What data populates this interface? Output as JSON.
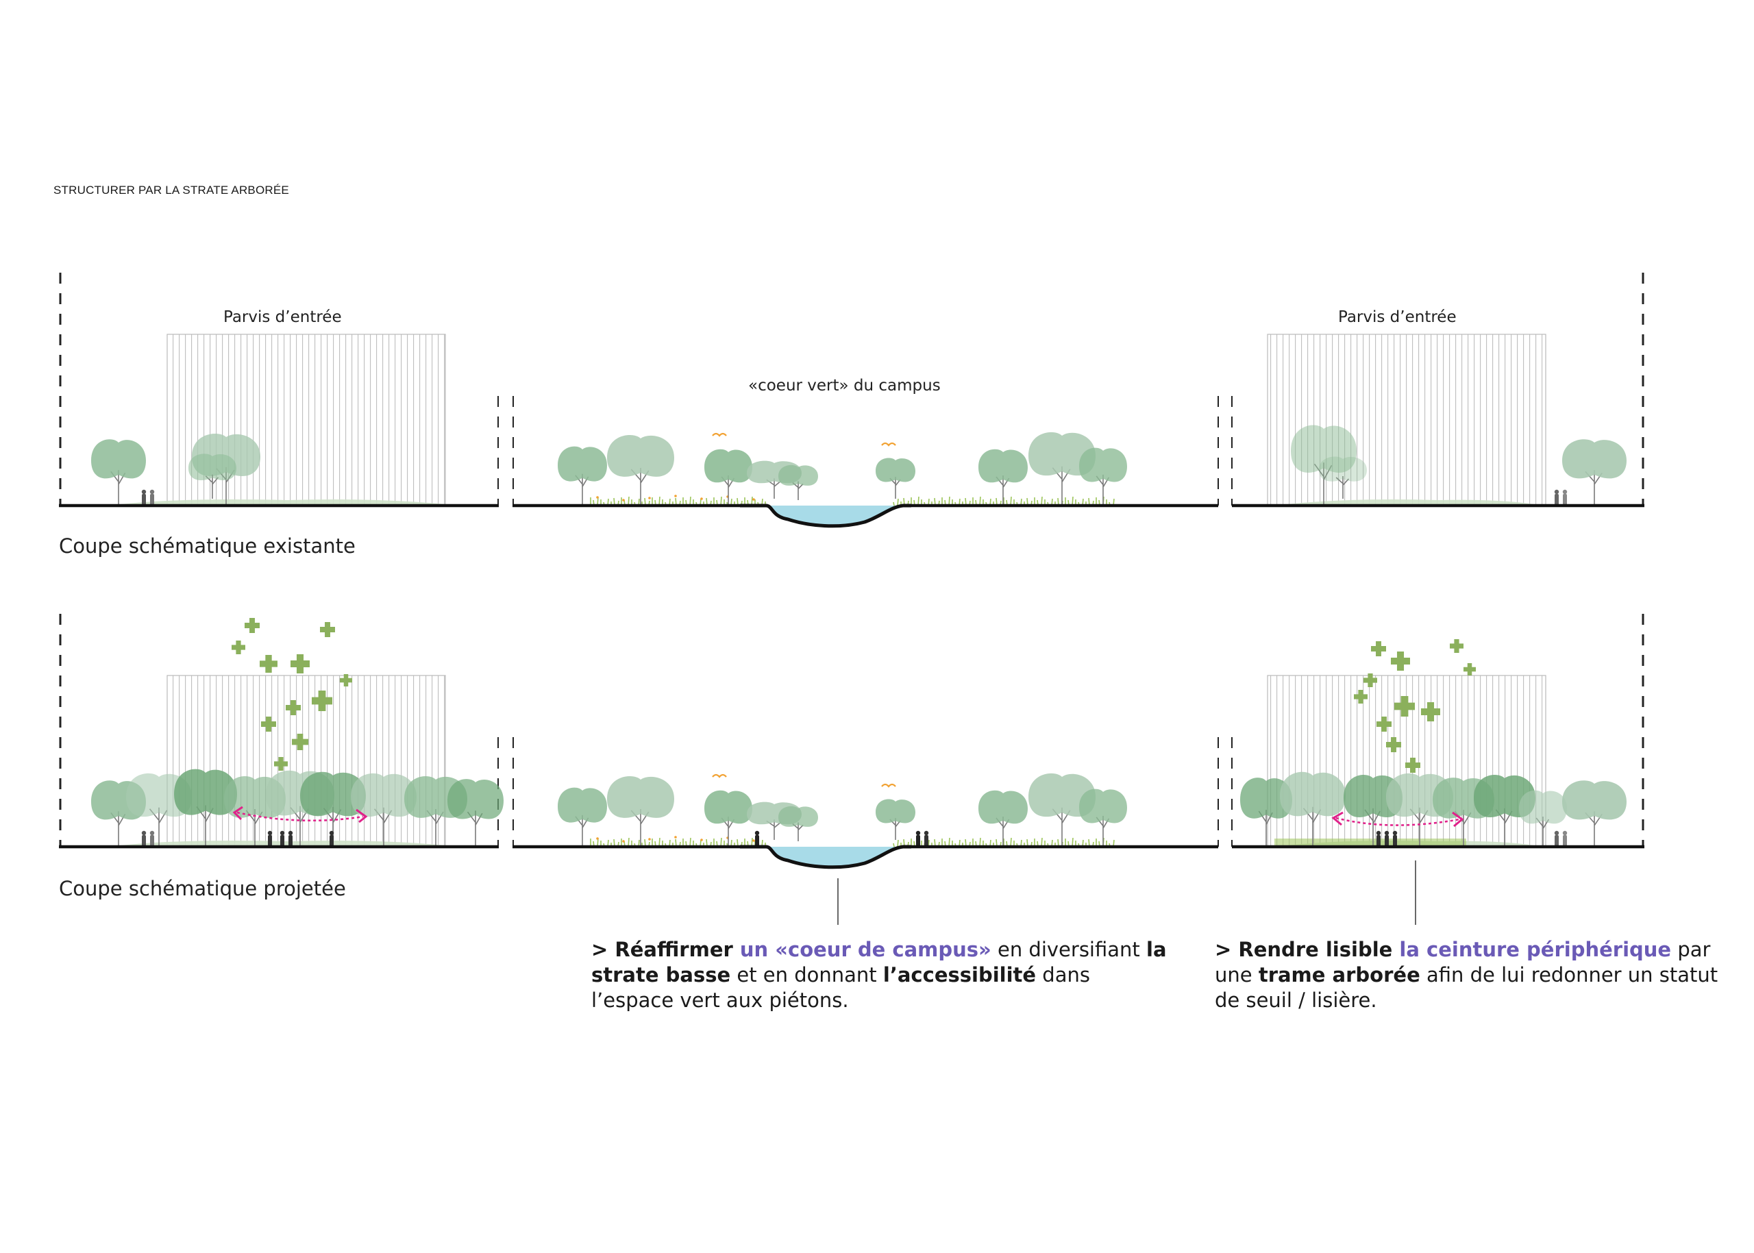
{
  "title": "STRUCTURER PAR LA STRATE ARBORÉE",
  "labels": {
    "parvis_left": "Parvis d’entrée",
    "parvis_right": "Parvis d’entrée",
    "coeur_vert": "«coeur vert» du campus"
  },
  "captions": {
    "existing": "Coupe schématique existante",
    "projected": "Coupe schématique projetée"
  },
  "note_center": {
    "prefix": "> Réaffirmer ",
    "highlight": "un «coeur de campus»",
    "t1": " en diversifiant ",
    "b1": "la strate basse",
    "t2": " et en donnant ",
    "b2": "l’accessibilité",
    "t3": " dans l’espace vert aux piétons."
  },
  "note_right": {
    "prefix": "> Rendre lisible ",
    "highlight": "la ceinture périphérique",
    "t1": " par une ",
    "b1": "trame arborée",
    "t2": " afin de lui redonner un statut de seuil / lisière."
  },
  "colors": {
    "tree_light": "#a9c9b0",
    "tree_mid": "#8dbb96",
    "tree_dark": "#6ea878",
    "facade_line": "#b9b9b9",
    "water": "#a8dbe8",
    "grass": "#9cc45a",
    "cross": "#8bb05c",
    "arrow": "#e0218a",
    "highlight": "#6a5ab6",
    "bird": "#f2a233",
    "ground": "#111111"
  }
}
